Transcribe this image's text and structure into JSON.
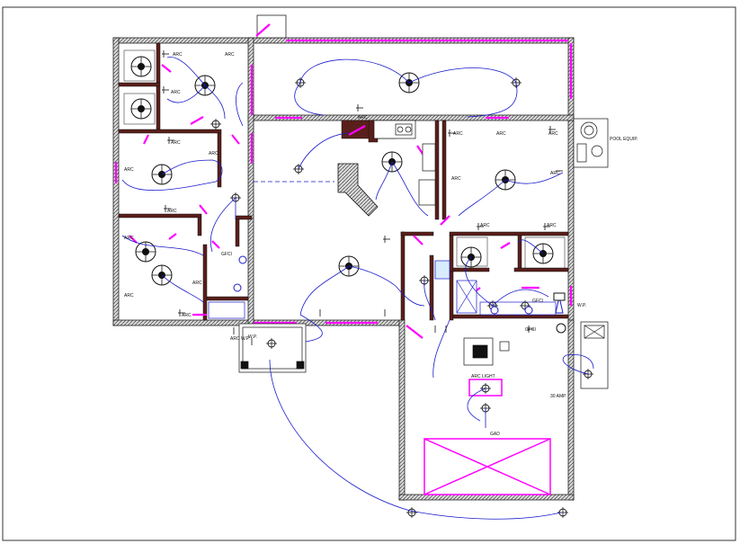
{
  "labels": {
    "arc": "ARC",
    "arc_wp": "ARC W.P.",
    "wp": "W.P.",
    "gfci": "GFCI",
    "gfci_wp": "GFCI W.P.",
    "arc_light": "ARC LIGHT",
    "gad": "GAD",
    "amp": "30 AMP",
    "pool_equip": "POOL EQUIP."
  },
  "colors": {
    "wall": "#5a1f1a",
    "hatch": "#2a2a2a",
    "door": "#ff00ff",
    "wire": "#1a1acc",
    "fixture": "#111111"
  }
}
